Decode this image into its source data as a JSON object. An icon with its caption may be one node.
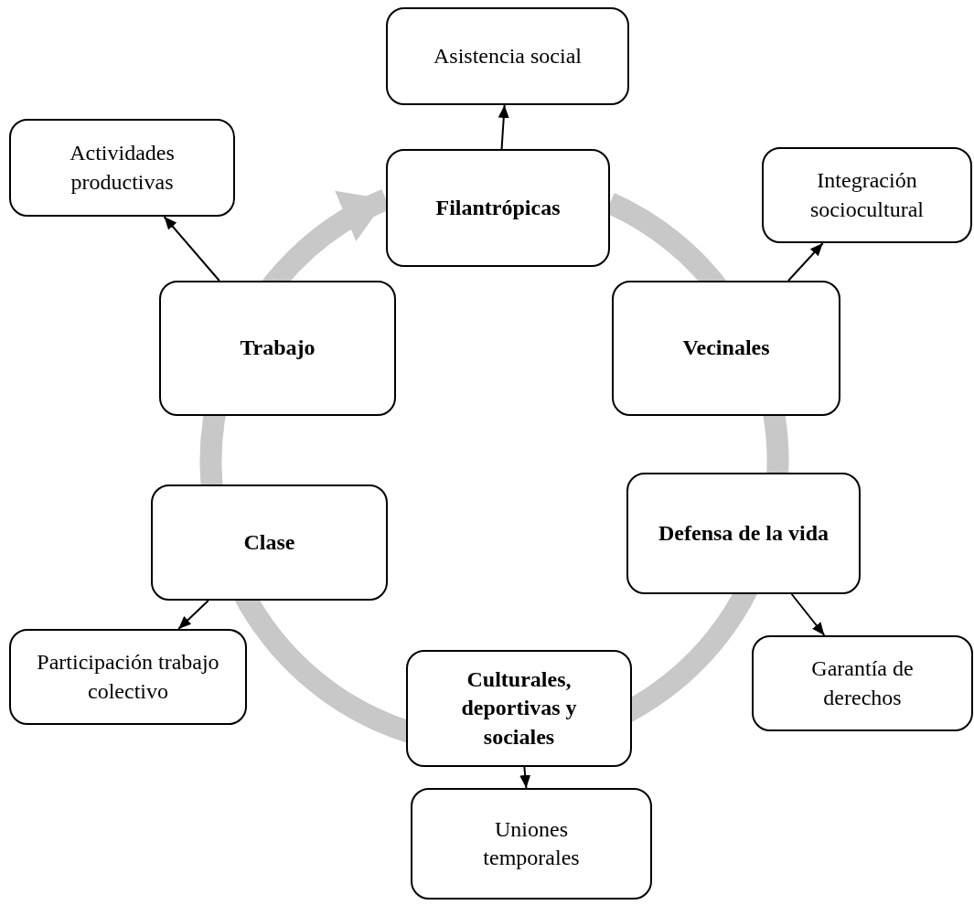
{
  "diagram": {
    "nodes": [
      {
        "text": [
          "Asistencia social"
        ]
      },
      {
        "text": [
          "Actividades productivas"
        ]
      },
      {
        "text": [
          "Filantrópicas"
        ]
      },
      {
        "text": [
          "Integración sociocultural"
        ]
      },
      {
        "text": [
          "Trabajo"
        ]
      },
      {
        "text": [
          "Vecinales"
        ]
      },
      {
        "text": [
          "Clase"
        ]
      },
      {
        "text": [
          "Defensa de la vida"
        ]
      },
      {
        "text": [
          "Garantía de derechos"
        ]
      },
      {
        "text": [
          "Participación trabajo colectivo"
        ]
      },
      {
        "text": [
          "Culturales, deportivas y sociales"
        ]
      },
      {
        "text": [
          "Uniones temporales"
        ]
      }
    ],
    "edges": [
      {
        "from": 2,
        "to": 0,
        "arrow": "to"
      },
      {
        "from": 4,
        "to": 1,
        "arrow": "to"
      },
      {
        "from": 5,
        "to": 3,
        "arrow": "to"
      },
      {
        "from": 7,
        "to": 8,
        "arrow": "to"
      },
      {
        "from": 6,
        "to": 9,
        "arrow": "to"
      },
      {
        "from": 10,
        "to": 11,
        "arrow": "to"
      },
      {
        "from": 4,
        "to": 2,
        "arrow": "to",
        "style": "thick",
        "color": "#c8c8c8"
      }
    ]
  }
}
